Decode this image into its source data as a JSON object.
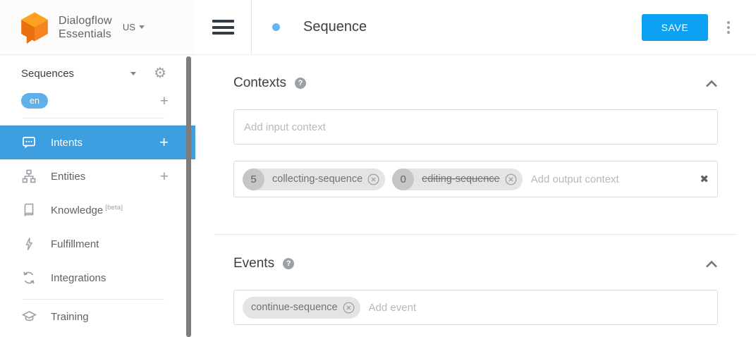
{
  "brand": {
    "line1": "Dialogflow",
    "line2": "Essentials",
    "region": "US"
  },
  "icons": {
    "plus_glyph": "+",
    "gear_glyph": "⚙",
    "help_glyph": "?",
    "clear_glyph": "✖"
  },
  "sidebar": {
    "agent_name": "Sequences",
    "language_tag": "en",
    "menu": [
      {
        "label": "Intents",
        "icon": "chat-bubble-icon",
        "active": true
      },
      {
        "label": "Entities",
        "icon": "sitemap-icon",
        "active": false
      },
      {
        "label": "Knowledge",
        "badge": "[beta]",
        "icon": "book-icon",
        "active": false
      },
      {
        "label": "Fulfillment",
        "icon": "lightning-icon",
        "active": false
      },
      {
        "label": "Integrations",
        "icon": "sync-icon",
        "active": false
      },
      {
        "label": "Training",
        "icon": "graduation-cap-icon",
        "active": false
      }
    ]
  },
  "header": {
    "title": "Sequence",
    "save_label": "SAVE"
  },
  "contexts": {
    "heading": "Contexts",
    "input_placeholder": "Add input context",
    "output_placeholder": "Add output context",
    "output_chips": [
      {
        "lifespan": "5",
        "name": "collecting-sequence",
        "strikethrough": false
      },
      {
        "lifespan": "0",
        "name": "editing-sequence",
        "strikethrough": true
      }
    ]
  },
  "events": {
    "heading": "Events",
    "chips": [
      {
        "name": "continue-sequence"
      }
    ],
    "input_placeholder": "Add event"
  },
  "colors": {
    "active_item_blue": "#3d9fe0",
    "save_button_blue": "#0ba0f2",
    "language_pill_blue": "#5fafe9",
    "intent_dot_blue": "#64b5f6",
    "logo_orange_top": "#ffa21f",
    "logo_orange_right": "#f58420",
    "logo_orange_left": "#e8700e"
  }
}
